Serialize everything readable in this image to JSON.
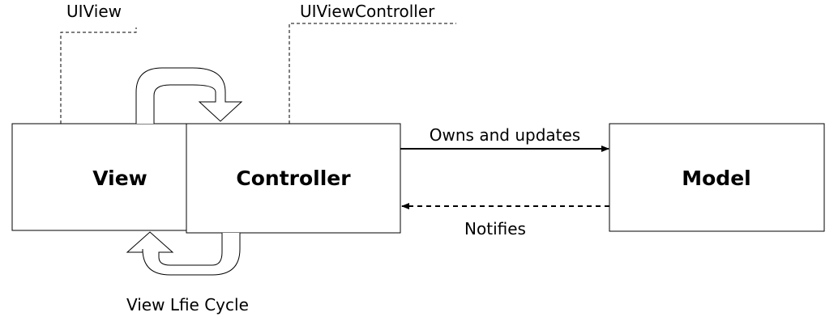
{
  "boxes": {
    "view": "View",
    "controller": "Controller",
    "model": "Model"
  },
  "callouts": {
    "view_class": "UIView",
    "controller_class": "UIViewController"
  },
  "arrows": {
    "owns_and_updates": "Owns and updates",
    "notifies": "Notifies",
    "life_cycle": "View Lfie Cycle"
  },
  "colors": {
    "stroke": "#000000",
    "fill": "#ffffff"
  }
}
